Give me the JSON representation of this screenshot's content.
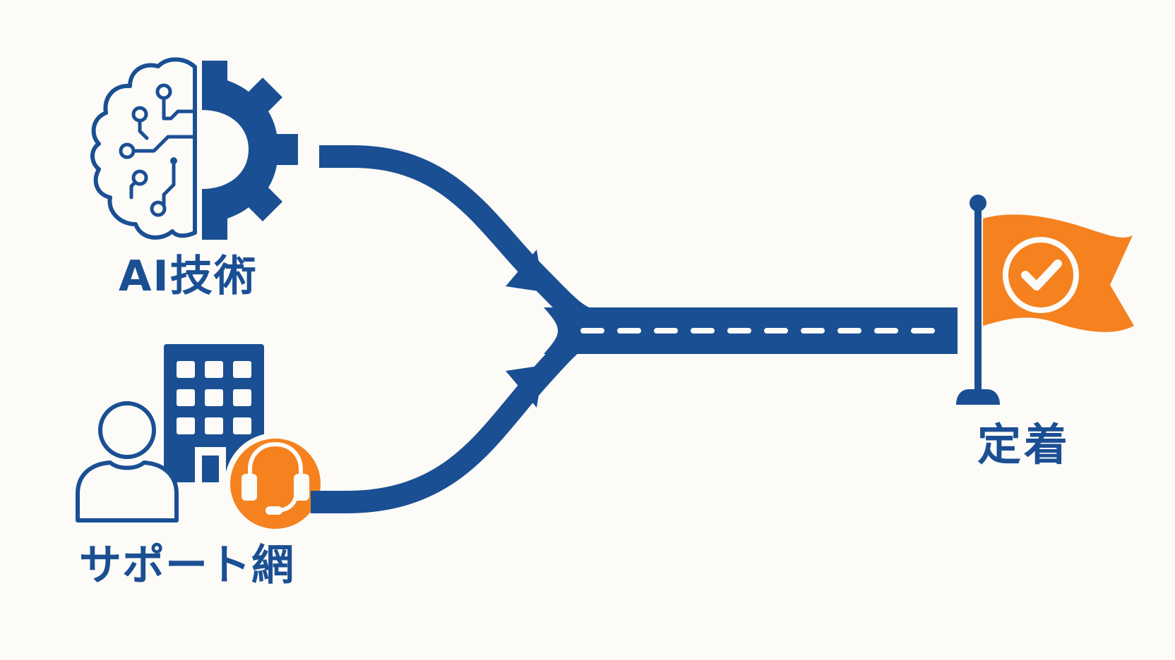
{
  "labels": {
    "ai_technology": "AI技術",
    "support_network": "サポート網",
    "goal": "定着"
  },
  "icons": {
    "ai_technology": "brain-gear-icon",
    "support_network": "person-building-headset-icon",
    "goal": "flag-checkmark-icon"
  },
  "colors": {
    "primary_blue": "#1b4f93",
    "accent_orange": "#f5821f",
    "background": "#fcfbf8"
  }
}
